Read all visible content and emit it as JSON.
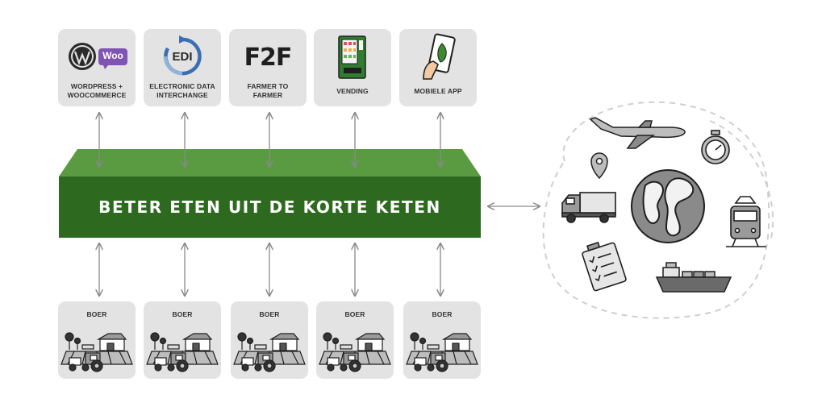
{
  "platform": {
    "title": "BETER ETEN UIT DE KORTE KETEN",
    "colors": {
      "front": "#2d6a1f",
      "top": "#5a9b42"
    }
  },
  "channels": [
    {
      "label_line1": "WORDPRESS +",
      "label_line2": "WOOCOMMERCE",
      "icon": "wordpress-woo-icon",
      "logo_text": "Woo"
    },
    {
      "label_line1": "ELECTRONIC DATA",
      "label_line2": "INTERCHANGE",
      "icon": "edi-icon",
      "logo_text": "EDI"
    },
    {
      "label_line1": "FARMER TO",
      "label_line2": "FARMER",
      "icon": "f2f-icon",
      "logo_text": "F2F"
    },
    {
      "label_line1": "VENDING",
      "label_line2": "",
      "icon": "vending-machine-icon"
    },
    {
      "label_line1": "MOBIELE APP",
      "label_line2": "",
      "icon": "smartphone-leaf-icon"
    }
  ],
  "farms": [
    {
      "label": "BOER",
      "icon": "farm-icon"
    },
    {
      "label": "BOER",
      "icon": "farm-icon"
    },
    {
      "label": "BOER",
      "icon": "farm-icon"
    },
    {
      "label": "BOER",
      "icon": "farm-icon"
    },
    {
      "label": "BOER",
      "icon": "farm-icon"
    }
  ],
  "logistics_icons": [
    "airplane-icon",
    "stopwatch-icon",
    "location-pin-icon",
    "delivery-truck-icon",
    "globe-icon",
    "train-icon",
    "clipboard-checklist-icon",
    "cargo-ship-icon"
  ]
}
